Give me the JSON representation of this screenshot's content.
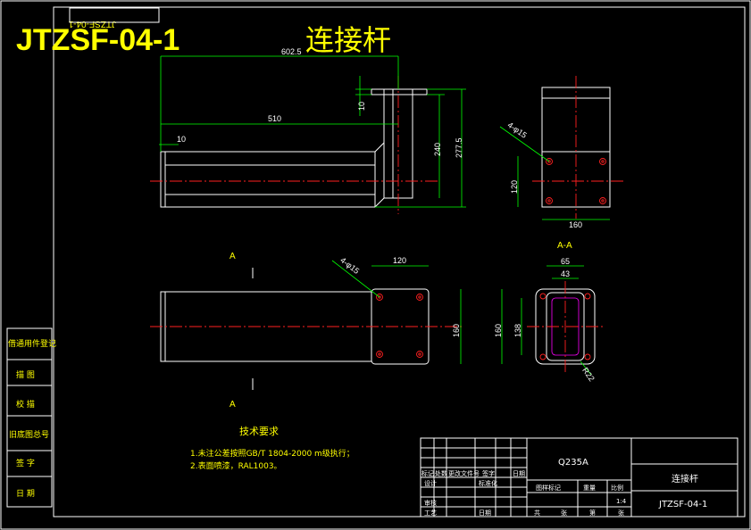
{
  "title": {
    "code": "JTZSF-04-1",
    "name": "连接杆",
    "mirrored_code": "JTZSF-04-1"
  },
  "dimensions": {
    "d602": "602.5",
    "d510": "510",
    "d10a": "10",
    "d10b": "10",
    "d240": "240",
    "d277": "277.5",
    "holes_top": "4-φ15",
    "d120a": "120",
    "d160a": "160",
    "holes_mid": "4-φ15",
    "d120b": "120",
    "d160b": "160",
    "d65": "65",
    "d43": "43",
    "d160c": "160",
    "d138": "138",
    "r22": "R22"
  },
  "section_marks": {
    "a_top": "A",
    "a_bottom": "A",
    "aa_label": "A-A"
  },
  "notes": {
    "heading": "技术要求",
    "line1": "1.未注公差按照GB/T 1804-2000 m级执行；",
    "line2": "2.表面喷漆，RAL1003。"
  },
  "left_panel": [
    "借通用件登记",
    "描 图",
    "校 描",
    "旧底图总号",
    "签 字",
    "日 期"
  ],
  "title_block": {
    "material": "Q235A",
    "part_name": "连接杆",
    "drawing_no": "JTZSF-04-1",
    "scale": "1:4",
    "stage_mark": "图样标记",
    "weight": "重量",
    "ratio": "比例",
    "designer": "设计",
    "standard": "标准化",
    "review": "审核",
    "process": "工艺",
    "date": "日期",
    "sheet": "共",
    "sheet_of": "张",
    "sheet_no": "第",
    "sheet_no2": "张",
    "rev_headers": [
      "标记",
      "处数",
      "更改文件号",
      "签字",
      "日期"
    ]
  }
}
